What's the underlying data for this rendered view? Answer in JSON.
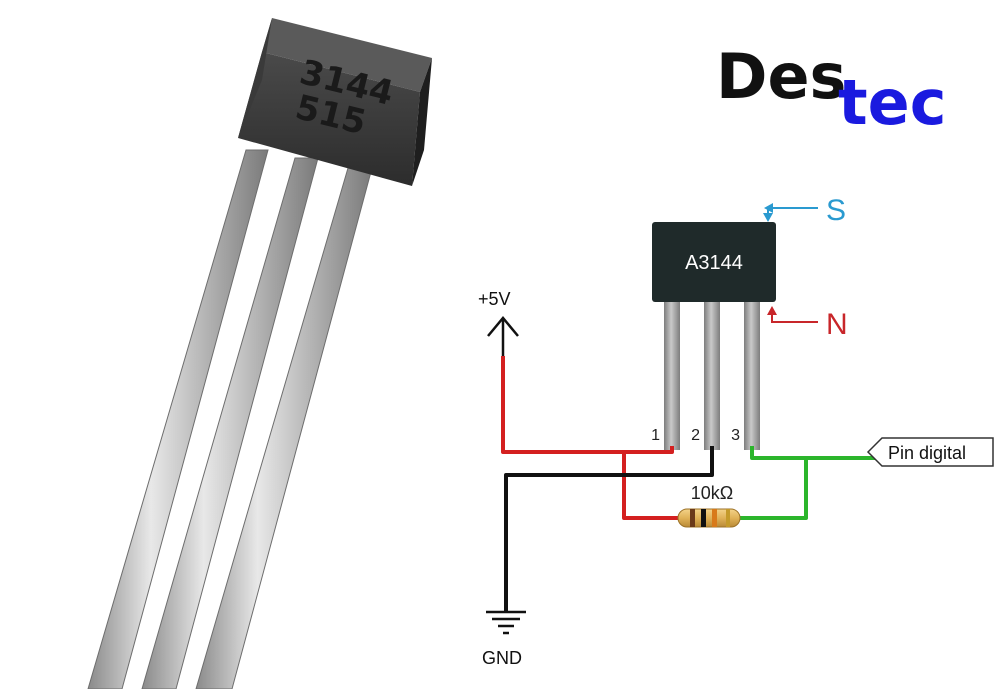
{
  "photo": {
    "chip_marking_line1": "3144",
    "chip_marking_line2": "515"
  },
  "logo": {
    "part1": "Des",
    "part2": "tec",
    "color_part1": "#111111",
    "color_part2": "#1a1adf"
  },
  "schematic": {
    "chip_label": "A3144",
    "pole_s_label": "S",
    "pole_n_label": "N",
    "supply_label": "+5V",
    "ground_label": "GND",
    "pin_labels": [
      "1",
      "2",
      "3"
    ],
    "resistor_label": "10kΩ",
    "output_label": "Pin digital",
    "colors": {
      "vcc_wire": "#d42020",
      "gnd_wire": "#111111",
      "signal_wire": "#2bb52b",
      "pole_s": "#2a9ad0",
      "pole_n": "#c8262a"
    }
  }
}
